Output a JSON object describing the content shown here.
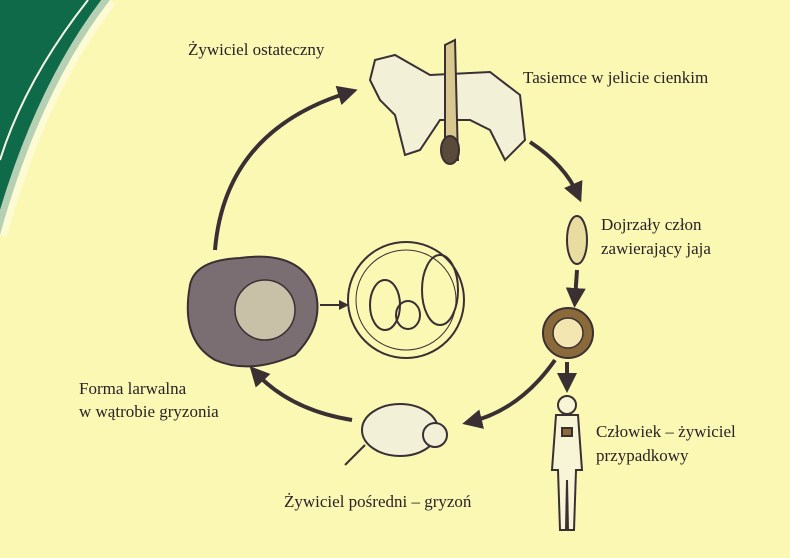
{
  "labels": {
    "definitive_host": "Żywiciel ostateczny",
    "tapeworms": "Tasiemce w jelicie cienkim",
    "segment_line1": "Dojrzały człon",
    "segment_line2": "zawierający jaja",
    "human_line1": "Człowiek – żywiciel",
    "human_line2": "przypadkowy",
    "intermediate_host": "Żywiciel pośredni – gryzoń",
    "larval_line1": "Forma larwalna",
    "larval_line2": "w wątrobie gryzonia"
  },
  "colors": {
    "background": "#fbf8b4",
    "band": "#0f6a4a",
    "ink": "#3a3034"
  }
}
